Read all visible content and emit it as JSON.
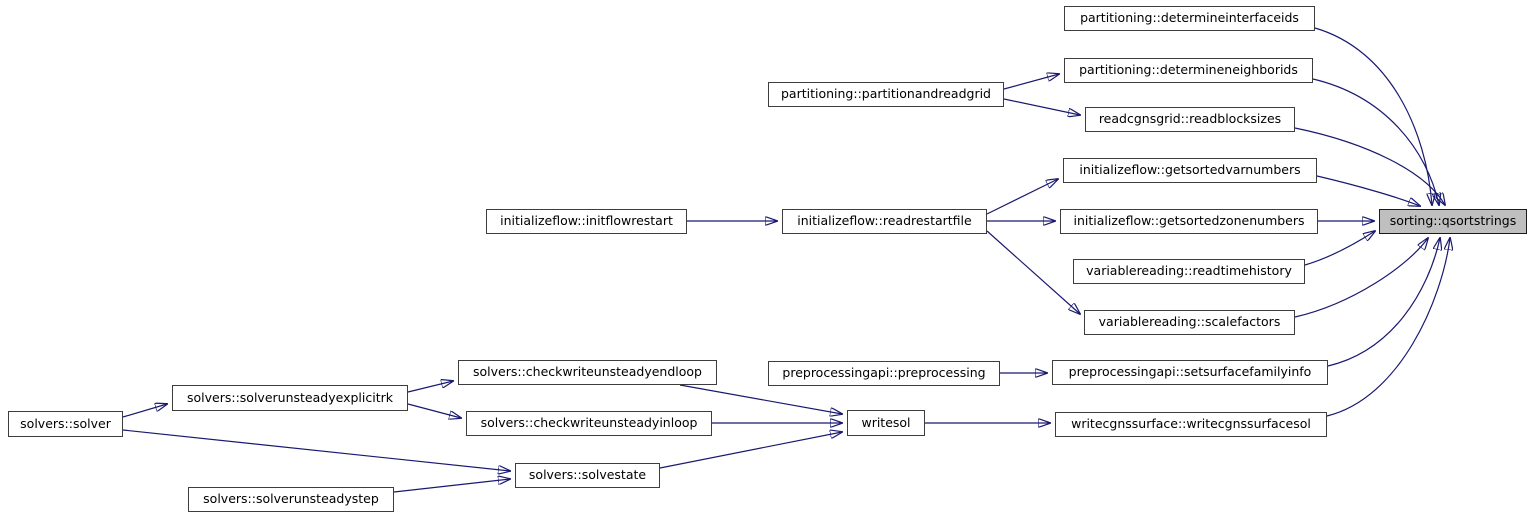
{
  "diagram": {
    "kind": "call-graph",
    "highlighted_node": "sorting::qsortstrings",
    "colors": {
      "edge": "#191970",
      "node_border": "#3d3d3d",
      "node_fill": "#ffffff",
      "highlight_fill": "#bfbfbf",
      "text": "#000000",
      "background": "#ffffff"
    }
  },
  "nodes": [
    {
      "id": "partitioning-determineinterfaceids",
      "label": "partitioning::determineinterfaceids"
    },
    {
      "id": "partitioning-determineneighborids",
      "label": "partitioning::determineneighborids"
    },
    {
      "id": "partitioning-partitionandreadgrid",
      "label": "partitioning::partitionandreadgrid"
    },
    {
      "id": "readcgnsgrid-readblocksizes",
      "label": "readcgnsgrid::readblocksizes"
    },
    {
      "id": "initializeflow-getsortedvarnumbers",
      "label": "initializeflow::getsortedvarnumbers"
    },
    {
      "id": "initializeflow-initflowrestart",
      "label": "initializeflow::initflowrestart"
    },
    {
      "id": "initializeflow-readrestartfile",
      "label": "initializeflow::readrestartfile"
    },
    {
      "id": "initializeflow-getsortedzonenumbers",
      "label": "initializeflow::getsortedzonenumbers"
    },
    {
      "id": "sorting-qsortstrings",
      "label": "sorting::qsortstrings"
    },
    {
      "id": "variablereading-readtimehistory",
      "label": "variablereading::readtimehistory"
    },
    {
      "id": "variablereading-scalefactors",
      "label": "variablereading::scalefactors"
    },
    {
      "id": "solvers-checkwriteunsteadyendloop",
      "label": "solvers::checkwriteunsteadyendloop"
    },
    {
      "id": "preprocessingapi-preprocessing",
      "label": "preprocessingapi::preprocessing"
    },
    {
      "id": "preprocessingapi-setsurfacefamilyinfo",
      "label": "preprocessingapi::setsurfacefamilyinfo"
    },
    {
      "id": "solvers-solverunsteadyexplicitrk",
      "label": "solvers::solverunsteadyexplicitrk"
    },
    {
      "id": "solvers-solver",
      "label": "solvers::solver"
    },
    {
      "id": "solvers-checkwriteunsteadyinloop",
      "label": "solvers::checkwriteunsteadyinloop"
    },
    {
      "id": "writesol",
      "label": "writesol"
    },
    {
      "id": "writecgnssurface-writecgnssurfacesol",
      "label": "writecgnssurface::writecgnssurfacesol"
    },
    {
      "id": "solvers-solvestate",
      "label": "solvers::solvestate"
    },
    {
      "id": "solvers-solverunsteadystep",
      "label": "solvers::solverunsteadystep"
    }
  ],
  "edges": [
    {
      "from": "partitioning::partitionandreadgrid",
      "to": "partitioning::determineneighborids"
    },
    {
      "from": "partitioning::partitionandreadgrid",
      "to": "readcgnsgrid::readblocksizes"
    },
    {
      "from": "partitioning::determineinterfaceids",
      "to": "sorting::qsortstrings"
    },
    {
      "from": "partitioning::determineneighborids",
      "to": "sorting::qsortstrings"
    },
    {
      "from": "readcgnsgrid::readblocksizes",
      "to": "sorting::qsortstrings"
    },
    {
      "from": "initializeflow::initflowrestart",
      "to": "initializeflow::readrestartfile"
    },
    {
      "from": "initializeflow::readrestartfile",
      "to": "initializeflow::getsortedvarnumbers"
    },
    {
      "from": "initializeflow::readrestartfile",
      "to": "initializeflow::getsortedzonenumbers"
    },
    {
      "from": "initializeflow::readrestartfile",
      "to": "variablereading::scalefactors"
    },
    {
      "from": "initializeflow::getsortedvarnumbers",
      "to": "sorting::qsortstrings"
    },
    {
      "from": "initializeflow::getsortedzonenumbers",
      "to": "sorting::qsortstrings"
    },
    {
      "from": "variablereading::readtimehistory",
      "to": "sorting::qsortstrings"
    },
    {
      "from": "variablereading::scalefactors",
      "to": "sorting::qsortstrings"
    },
    {
      "from": "preprocessingapi::preprocessing",
      "to": "preprocessingapi::setsurfacefamilyinfo"
    },
    {
      "from": "preprocessingapi::setsurfacefamilyinfo",
      "to": "sorting::qsortstrings"
    },
    {
      "from": "writecgnssurface::writecgnssurfacesol",
      "to": "sorting::qsortstrings"
    },
    {
      "from": "writesol",
      "to": "writecgnssurface::writecgnssurfacesol"
    },
    {
      "from": "solvers::checkwriteunsteadyendloop",
      "to": "writesol"
    },
    {
      "from": "solvers::checkwriteunsteadyinloop",
      "to": "writesol"
    },
    {
      "from": "solvers::solvestate",
      "to": "writesol"
    },
    {
      "from": "solvers::solverunsteadyexplicitrk",
      "to": "solvers::checkwriteunsteadyendloop"
    },
    {
      "from": "solvers::solverunsteadyexplicitrk",
      "to": "solvers::checkwriteunsteadyinloop"
    },
    {
      "from": "solvers::solver",
      "to": "solvers::solverunsteadyexplicitrk"
    },
    {
      "from": "solvers::solver",
      "to": "solvers::solvestate"
    },
    {
      "from": "solvers::solverunsteadystep",
      "to": "solvers::solvestate"
    }
  ]
}
